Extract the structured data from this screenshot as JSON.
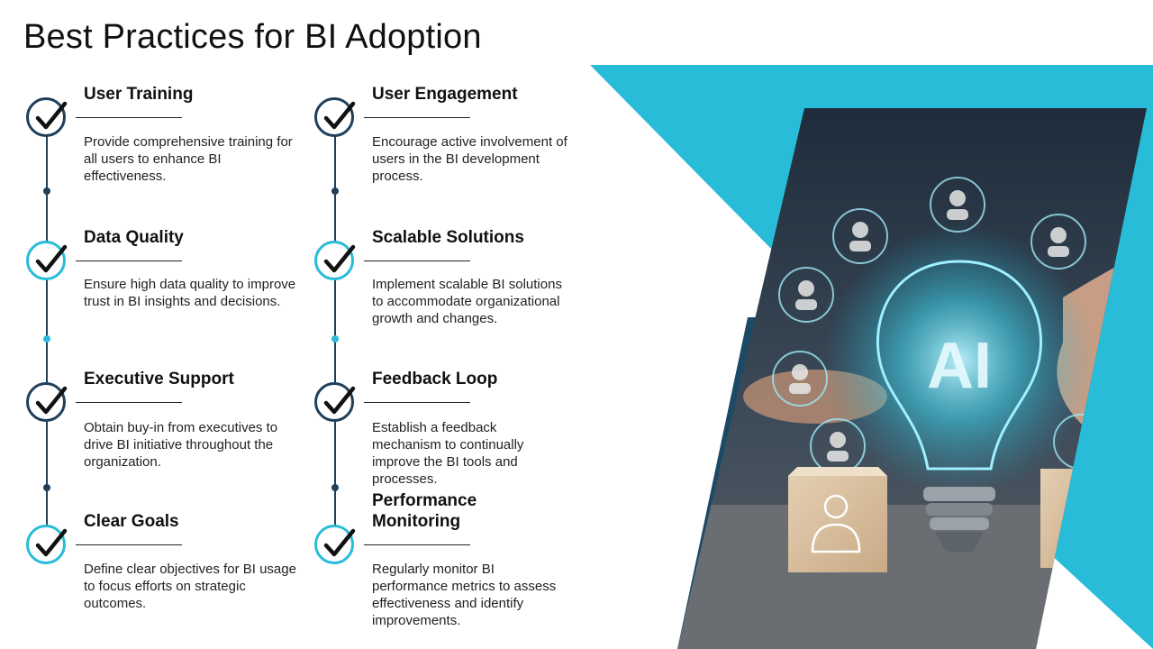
{
  "title": "Best Practices for BI Adoption",
  "colors": {
    "navy": "#1f3f5b",
    "teal": "#29bcd9",
    "text": "#222222"
  },
  "items": [
    {
      "title": "User Training",
      "desc": "Provide comprehensive training for all users to enhance BI effectiveness.",
      "accent": "navy"
    },
    {
      "title": "Data Quality",
      "desc": "Ensure high data quality to improve trust in BI insights and decisions.",
      "accent": "teal"
    },
    {
      "title": "Executive Support",
      "desc": "Obtain buy-in from executives to drive BI initiative throughout the organization.",
      "accent": "navy"
    },
    {
      "title": "Clear Goals",
      "desc": "Define clear objectives for BI usage to focus efforts on strategic outcomes.",
      "accent": "teal"
    },
    {
      "title": "User Engagement",
      "desc": "Encourage active involvement of users in the BI development process.",
      "accent": "navy"
    },
    {
      "title": "Scalable Solutions",
      "desc": "Implement scalable BI solutions to accommodate organizational growth and changes.",
      "accent": "teal"
    },
    {
      "title": "Feedback Loop",
      "desc": "Establish a feedback mechanism to continually improve the BI tools and processes.",
      "accent": "navy"
    },
    {
      "title": "Performance Monitoring",
      "desc": "Regularly monitor BI performance metrics to assess effectiveness and identify improvements.",
      "accent": "teal"
    }
  ],
  "image": {
    "text": "AI"
  }
}
